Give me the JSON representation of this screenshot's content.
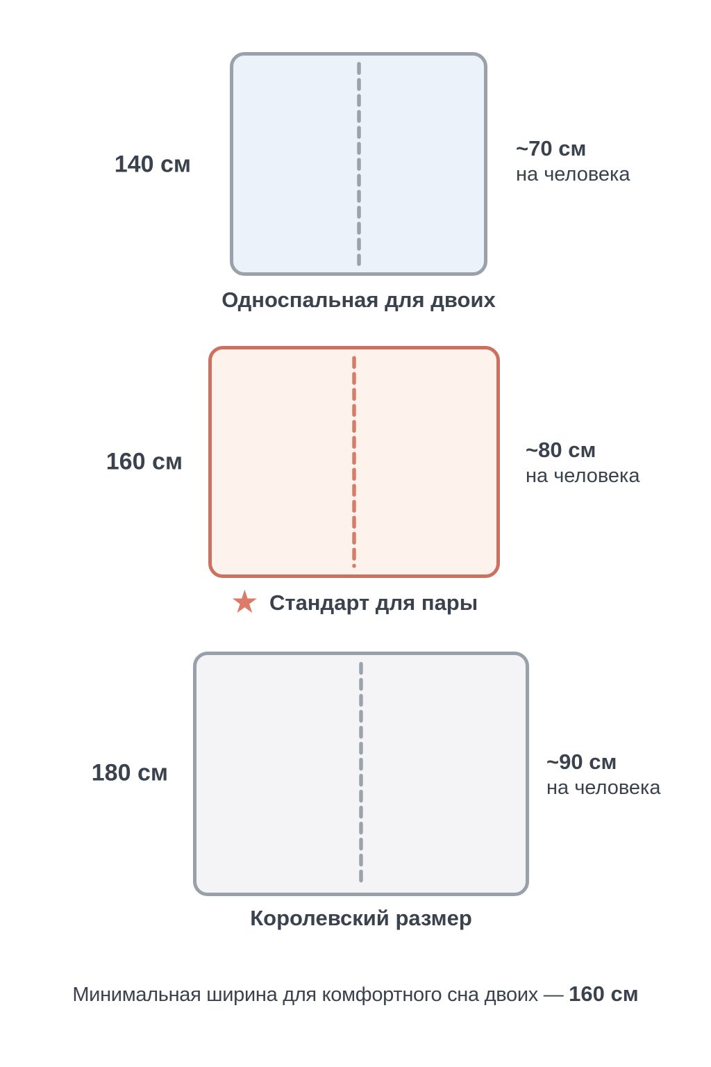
{
  "colors": {
    "text": "#3a424d",
    "accent_coral_border": "#ca7160",
    "accent_coral_divider": "#d67d6a",
    "accent_coral_star": "#dd7b69",
    "neutral_gray_border": "#9aa1ab",
    "neutral_gray_divider": "#9aa2ab"
  },
  "beds": [
    {
      "name": "single-for-two",
      "width_label": "140 см",
      "per_person_value": "~70 см",
      "per_person_caption": "на человека",
      "caption": "Односпальная для двоих",
      "fill": "#ecf2fa",
      "border": "#9aa1ab",
      "divider": "#9aa2ab",
      "highlighted": false
    },
    {
      "name": "standard-for-couple",
      "width_label": "160 см",
      "per_person_value": "~80 см",
      "per_person_caption": "на человека",
      "caption": "Стандарт для пары",
      "star_icon": "★",
      "star_color": "#dd7b69",
      "fill": "#fdf2ec",
      "border": "#ca7160",
      "divider": "#d67d6a",
      "highlighted": true
    },
    {
      "name": "king-size",
      "width_label": "180 см",
      "per_person_value": "~90 см",
      "per_person_caption": "на человека",
      "caption": "Королевский размер",
      "fill": "#f4f4f6",
      "border": "#9aa0a9",
      "divider": "#9ba3ab",
      "highlighted": false
    }
  ],
  "footer": {
    "text": "Минимальная ширина для комфортного сна двоих — ",
    "bold": "160 см"
  }
}
